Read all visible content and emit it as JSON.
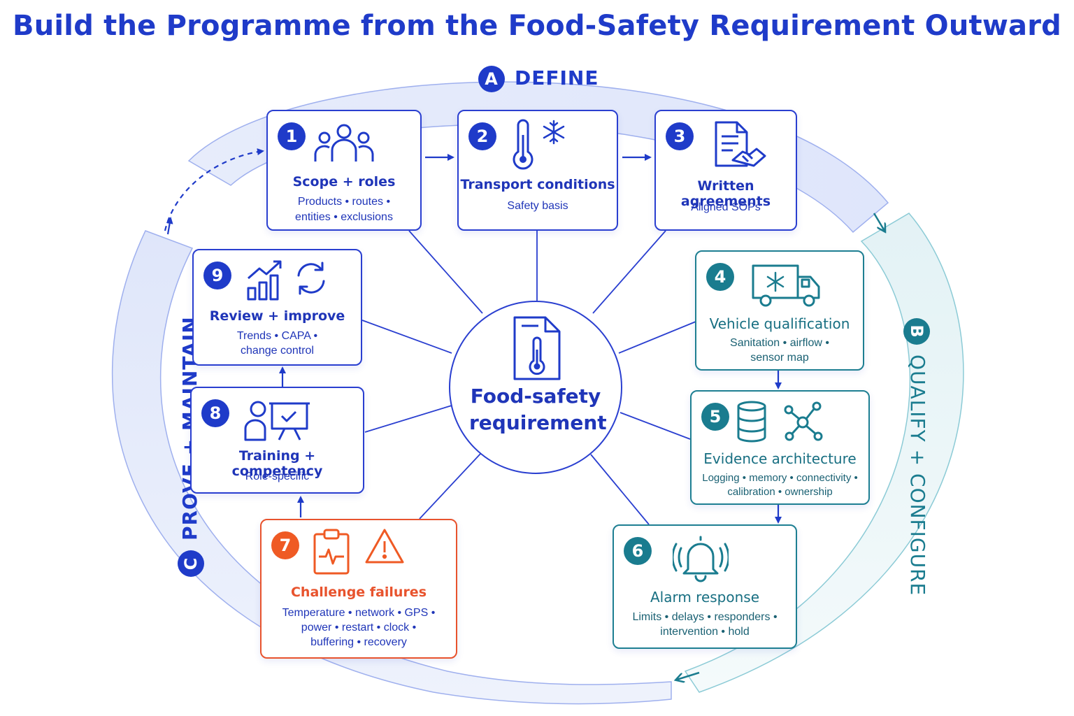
{
  "title": "Build the Programme from the Food-Safety Requirement Outward",
  "hub": {
    "label": "Food-safety requirement"
  },
  "phases": [
    {
      "letter": "A",
      "label": "DEFINE"
    },
    {
      "letter": "B",
      "label": "QUALIFY + CONFIGURE"
    },
    {
      "letter": "C",
      "label": "PROVE + MAINTAIN"
    }
  ],
  "steps": [
    {
      "num": "1",
      "title": "Scope + roles",
      "sub": [
        "Products • routes •",
        "entities • exclusions"
      ],
      "icons": [
        "people-group-icon"
      ]
    },
    {
      "num": "2",
      "title": "Transport conditions",
      "sub": [
        "Safety basis"
      ],
      "icons": [
        "thermometer-icon",
        "snowflake-icon"
      ]
    },
    {
      "num": "3",
      "title": "Written agreements",
      "sub": [
        "Aligned SOPs"
      ],
      "icons": [
        "document-handshake-icon"
      ]
    },
    {
      "num": "4",
      "title": "Vehicle qualification",
      "sub": [
        "Sanitation • airflow •",
        "sensor map"
      ],
      "icons": [
        "refrigerated-truck-icon"
      ]
    },
    {
      "num": "5",
      "title": "Evidence architecture",
      "sub": [
        "Logging • memory • connectivity •",
        "calibration • ownership"
      ],
      "icons": [
        "database-icon",
        "network-icon"
      ]
    },
    {
      "num": "6",
      "title": "Alarm response",
      "sub": [
        "Limits • delays • responders •",
        "intervention • hold"
      ],
      "icons": [
        "alarm-bell-icon"
      ]
    },
    {
      "num": "7",
      "title": "Challenge failures",
      "sub": [
        "Temperature • network • GPS •",
        "power • restart • clock •",
        "buffering • recovery"
      ],
      "icons": [
        "clipboard-pulse-icon",
        "warning-icon"
      ]
    },
    {
      "num": "8",
      "title": "Training + competency",
      "sub": [
        "Role-specific"
      ],
      "icons": [
        "trainer-board-icon"
      ]
    },
    {
      "num": "9",
      "title": "Review + improve",
      "sub": [
        "Trends • CAPA •",
        "change control"
      ],
      "icons": [
        "growth-chart-icon",
        "refresh-cycle-icon"
      ]
    }
  ],
  "colors": {
    "blue": "#1f3bc9",
    "teal": "#1a7c8f",
    "red": "#ef5a24"
  }
}
